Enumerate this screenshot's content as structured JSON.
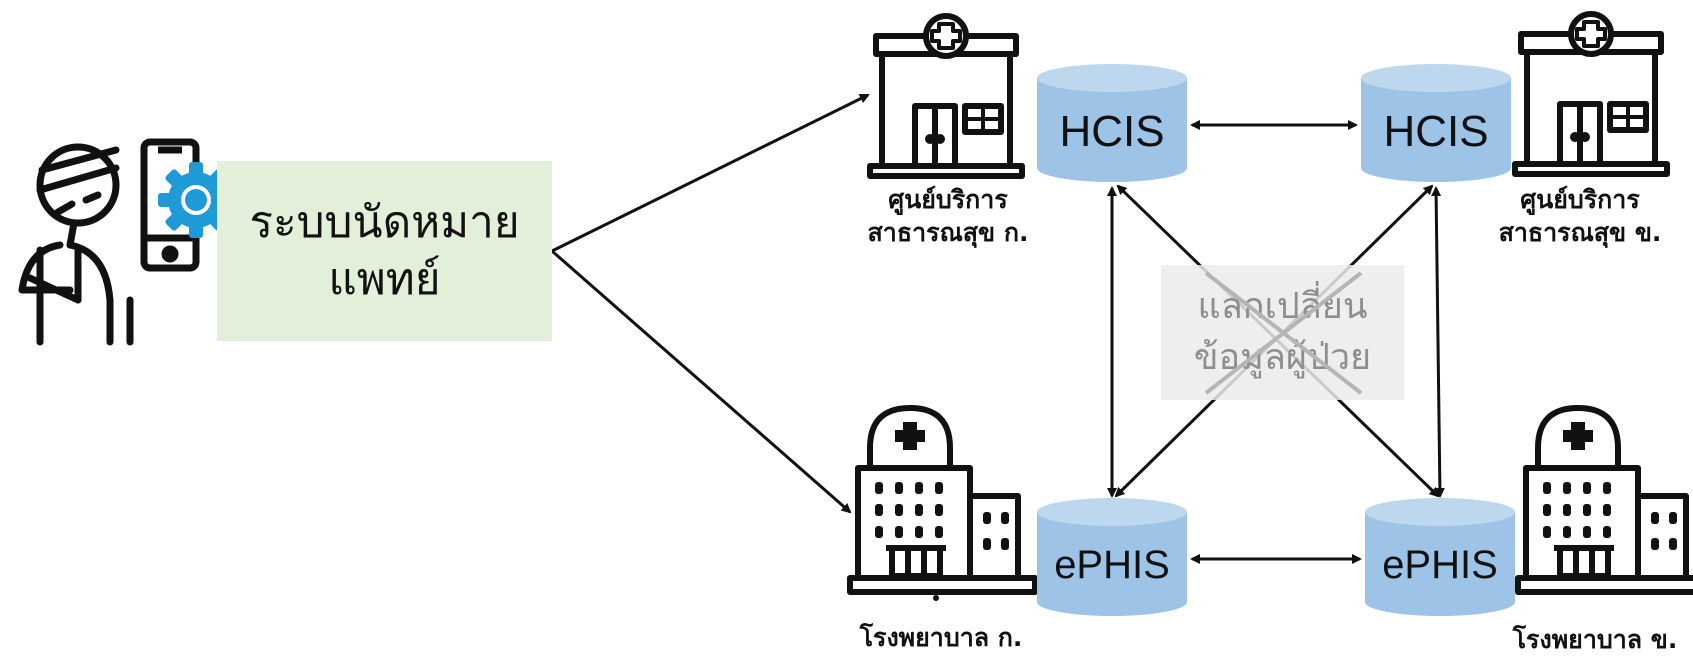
{
  "appointment_system": {
    "line1": "ระบบนัดหมาย",
    "line2": "แพทย์"
  },
  "data_exchange": {
    "line1": "แลกเปลี่ยน",
    "line2": "ข้อมูลผู้ป่วย"
  },
  "nodes": {
    "clinic_a": {
      "line1": "ศูนย์บริการ",
      "line2": "สาธารณสุข ก."
    },
    "clinic_b": {
      "line1": "ศูนย์บริการ",
      "line2": "สาธารณสุข ข."
    },
    "hospital_a": {
      "line1": "โรงพยาบาล ก."
    },
    "hospital_b": {
      "line1": "โรงพยาบาล ข."
    }
  },
  "databases": {
    "hcis_a": "HCIS",
    "hcis_b": "HCIS",
    "ephis_a": "ePHIS",
    "ephis_b": "ePHIS"
  },
  "colors": {
    "database_fill": "#9dc3e6",
    "database_top": "#bdd7ee",
    "app_box": "#e2efd9",
    "gear": "#1e9bd7",
    "stroke": "#111111"
  },
  "icons": [
    "patient-icon",
    "smartphone-icon",
    "gear-icon",
    "clinic-building-icon",
    "hospital-building-icon",
    "database-icon"
  ]
}
